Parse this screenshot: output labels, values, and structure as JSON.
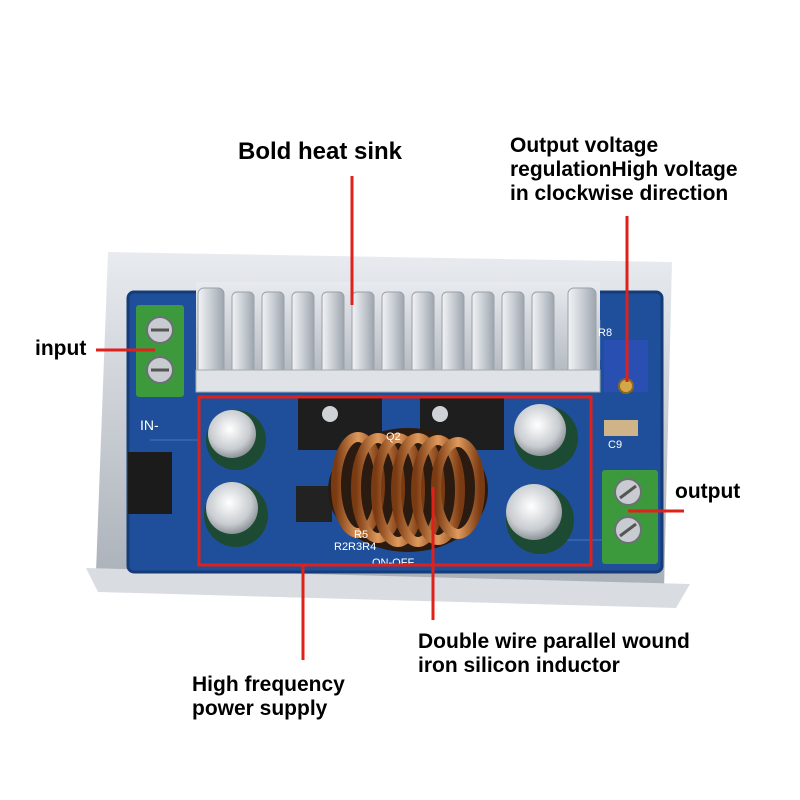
{
  "labels": {
    "heat_sink": "Bold heat sink",
    "regulation": {
      "line1": "Output voltage",
      "line2": "regulationHigh voltage",
      "line3": "in clockwise direction"
    },
    "input": "input",
    "output": "output",
    "inductor": {
      "line1": "Double wire parallel wound",
      "line2": "iron silicon inductor"
    },
    "power_supply": {
      "line1": "High frequency",
      "line2": "power supply"
    }
  },
  "board_marks": {
    "in_minus": "IN-",
    "q2": "Q2",
    "r5": "R5",
    "r2r3r4": "R2R3R4",
    "on_off": "ON-OFF",
    "c9": "C9",
    "r8": "R8"
  },
  "colors": {
    "accent": "#e0201a",
    "pcb": "#1f4f9a",
    "heatsink": "#cfd3d8",
    "terminal": "#3c9a3c",
    "copper": "#b8692e"
  }
}
